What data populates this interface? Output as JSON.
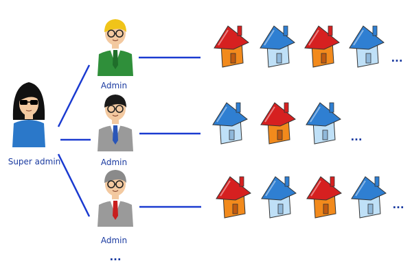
{
  "super_admin": {
    "label": "Super admin",
    "colors": {
      "hair": "#111111",
      "glasses": "#000000",
      "shirt": "#2b78c9"
    }
  },
  "admins": [
    {
      "label": "Admin",
      "colors": {
        "hair": "#f0c419",
        "suit": "#2f8f3a",
        "tie": "#1f6e2a",
        "glasses": "#222222"
      },
      "houses": [
        "red",
        "blue",
        "red",
        "blue"
      ],
      "more": "..."
    },
    {
      "label": "Admin",
      "colors": {
        "hair": "#1a1a1a",
        "suit": "#9a9a9a",
        "tie": "#2a56b8",
        "glasses": "#222222"
      },
      "houses": [
        "blue",
        "red",
        "blue"
      ],
      "more": "..."
    },
    {
      "label": "Admin",
      "colors": {
        "hair": "#8a8a8a",
        "suit": "#9a9a9a",
        "tie": "#c81e1e",
        "glasses": "#222222"
      },
      "houses": [
        "red",
        "blue",
        "red",
        "blue"
      ],
      "more": "..."
    }
  ],
  "admins_more": "...",
  "colors": {
    "connector": "#1a3ad0",
    "house_red_roof": "#d62020",
    "house_red_wall": "#f28a1c",
    "house_blue_roof": "#2f7fd2",
    "house_blue_wall": "#bfe0f7",
    "skin": "#f3c9a0"
  }
}
